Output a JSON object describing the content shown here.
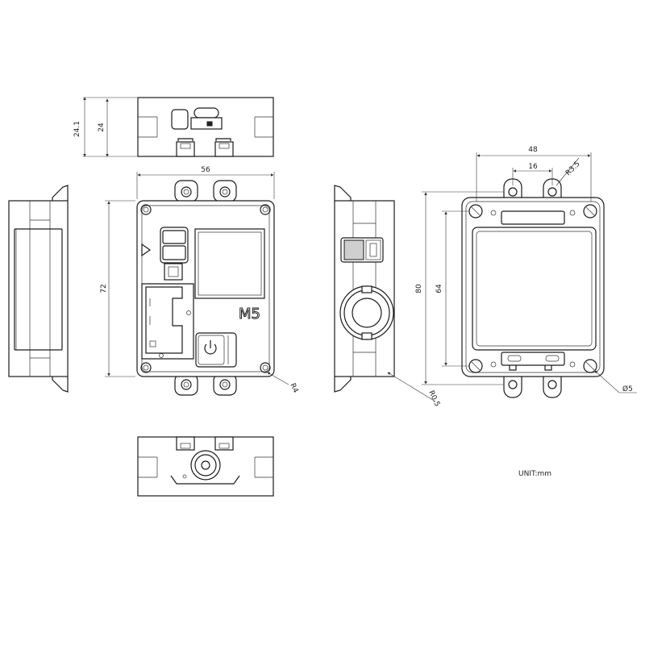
{
  "unit_label": "UNIT:mm",
  "dimensions": {
    "top_height_outer": "24.1",
    "top_height_inner": "24",
    "front_width": "56",
    "front_height": "72",
    "corner_radius_front": "R4",
    "corner_radius_side": "R0.5",
    "back_width": "48",
    "back_hole_spacing": "16",
    "back_radius": "R3.5",
    "back_height": "80",
    "back_inner_height": "64",
    "hole_diameter": "Ø5"
  },
  "logo_text": "M5"
}
